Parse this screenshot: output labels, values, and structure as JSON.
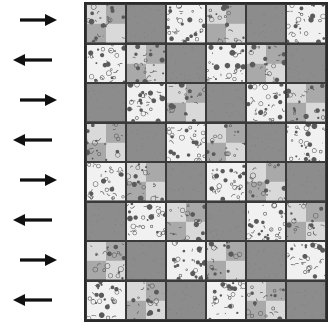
{
  "arrows": {
    "directions": [
      "right",
      "left",
      "right",
      "left",
      "right",
      "left",
      "right",
      "left"
    ],
    "color": "#111111"
  },
  "grid": {
    "rows": 8,
    "cols": 6,
    "tiles": [
      [
        "mixed-patch",
        "gray",
        "sketch",
        "mixed-patch",
        "gray",
        "sketch"
      ],
      [
        "sketch",
        "mixed-patch",
        "gray",
        "sketch",
        "mixed-patch",
        "gray"
      ],
      [
        "gray",
        "sketch",
        "mixed-patch",
        "gray",
        "sketch",
        "mixed-patch"
      ],
      [
        "mixed-patch",
        "gray",
        "sketch",
        "mixed-patch",
        "gray",
        "sketch"
      ],
      [
        "sketch",
        "mixed-patch",
        "gray",
        "sketch",
        "mixed-patch",
        "gray"
      ],
      [
        "gray",
        "sketch",
        "mixed-patch",
        "gray",
        "sketch",
        "mixed-patch"
      ],
      [
        "mixed-patch",
        "gray",
        "sketch",
        "mixed-patch",
        "gray",
        "sketch"
      ],
      [
        "sketch",
        "mixed-patch",
        "gray",
        "sketch",
        "mixed-patch",
        "gray"
      ]
    ],
    "colors": {
      "gray": "#8c8c8c",
      "sketch_bg": "#f1f1f1",
      "ink": "#5a5a5a",
      "mid": "#a9a9a9",
      "border": "#3a3a3a"
    }
  }
}
